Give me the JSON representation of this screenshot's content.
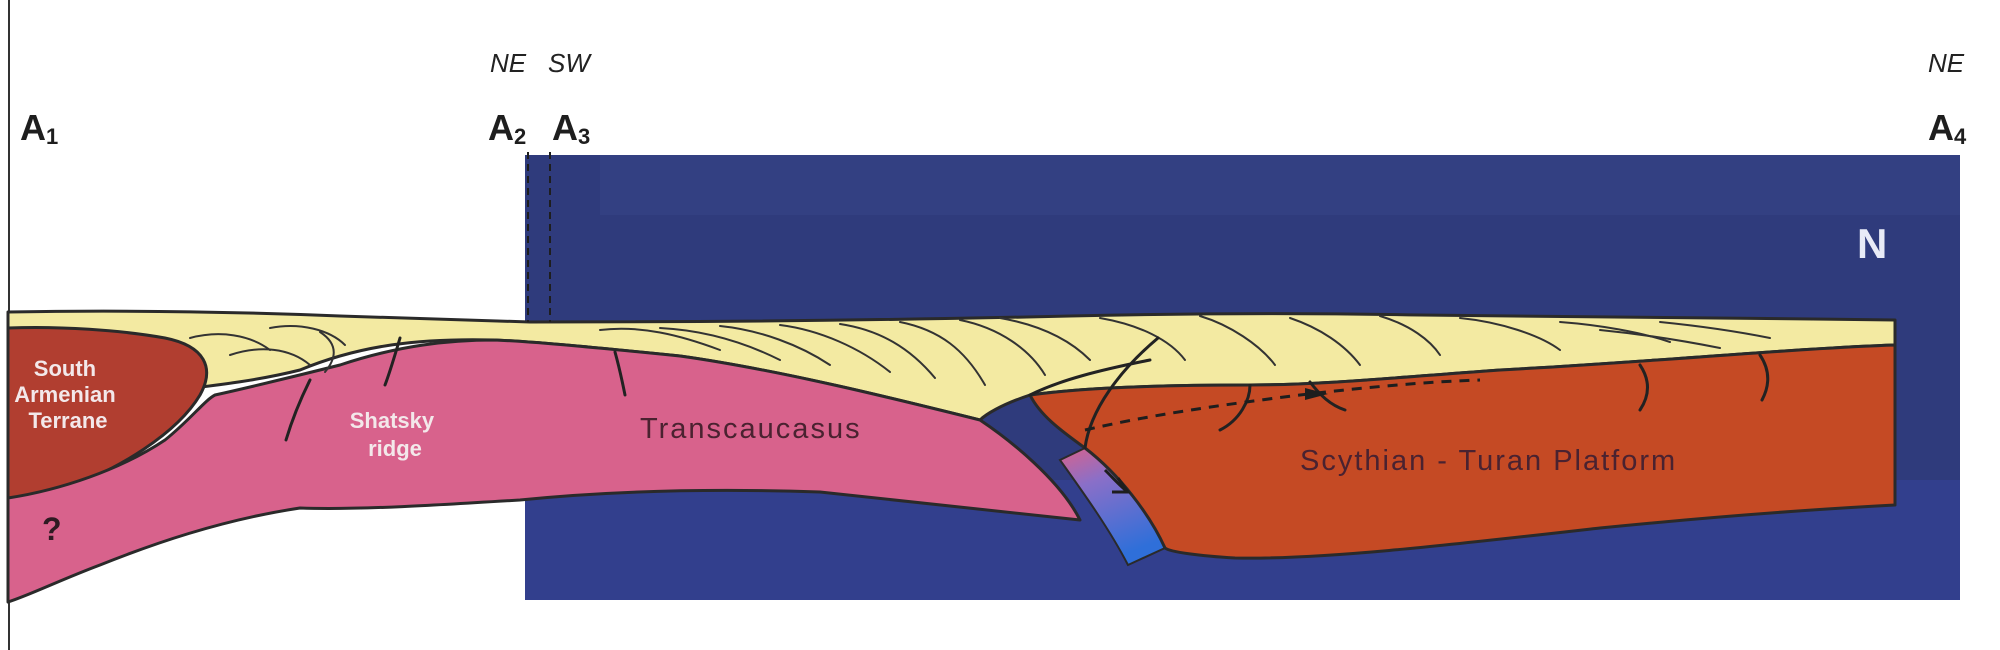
{
  "colors": {
    "ocean": "#2f3b7c",
    "sediment": "#f3eaa2",
    "sediment_light": "#faf3c4",
    "transcaucasus": "#d8628c",
    "south_armenian": "#b13e30",
    "scythian": "#c54a24",
    "slab": "#2f6fd9"
  },
  "section_points": {
    "a1": "A",
    "a1_sub": "1",
    "a2": "A",
    "a2_sub": "2",
    "a3": "A",
    "a3_sub": "3",
    "a4": "A",
    "a4_sub": "4"
  },
  "directions": {
    "a2_label": "NE",
    "a3_label": "SW",
    "a4_label": "NE"
  },
  "units": {
    "south_armenian": [
      "South",
      "Armenian",
      "Terrane"
    ],
    "shatsky": [
      "Shatsky",
      "ridge"
    ],
    "transcaucasus": "Transcaucasus",
    "scythian": "Scythian - Turan Platform",
    "unknown": "?",
    "north": "N"
  }
}
